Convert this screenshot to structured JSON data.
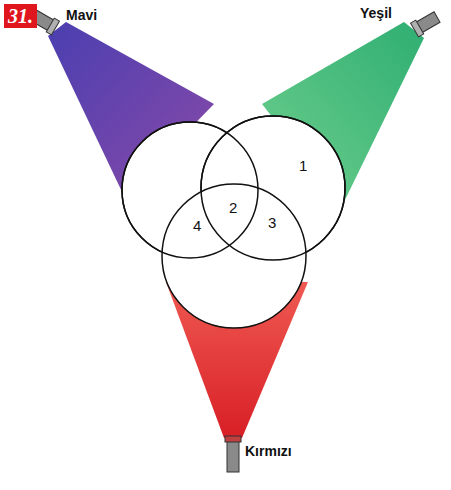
{
  "diagram": {
    "labels": [
      "31.",
      "Mavi",
      "Yeşil",
      "Kırmızı",
      "1",
      "2",
      "3",
      "4"
    ]
  }
}
